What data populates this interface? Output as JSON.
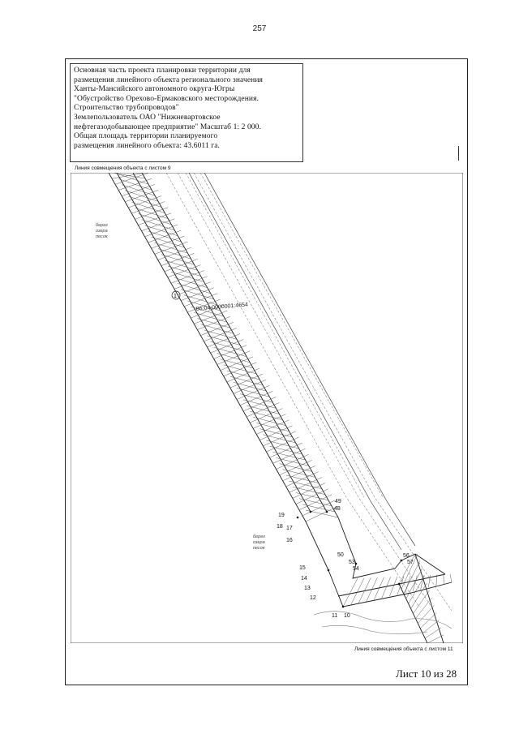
{
  "page_number": "257",
  "title_block": {
    "lines": [
      "Основная часть проекта планировки территории для",
      "размещения линейного объекта регионального значения",
      "Ханты-Мансийского автономного округа-Югры",
      "\"Обустройство Орехово-Ермаковского месторождения.",
      "Строительство трубопроводов\"",
      "Землепользователь ОАО \"Нижневартовское",
      "нефтегазодобывающее предприятие\" Масштаб 1: 2 000.",
      "Общая площадь территории  планируемого",
      "размещения  линейного объекта: 43.6011 га."
    ]
  },
  "match_line_top": "Линия совмещения объекта с листом 9",
  "match_line_bottom": "Линия совмещения объекта с листом 11",
  "sheet_label": "Лист 10 из 28",
  "map": {
    "parcel_id": "86:04:0000001:4654",
    "shore_label_upper": [
      "берег",
      "озера",
      "песок"
    ],
    "shore_label_lower": [
      "берег",
      "озера",
      "песок"
    ],
    "point_labels": [
      "1",
      "19",
      "18",
      "17",
      "16",
      "15",
      "14",
      "13",
      "12",
      "11",
      "10",
      "48",
      "49",
      "50",
      "53",
      "54",
      "56",
      "57"
    ],
    "colors": {
      "line": "#1a1a1a",
      "hatch": "#555555",
      "dashed": "#888888"
    }
  }
}
